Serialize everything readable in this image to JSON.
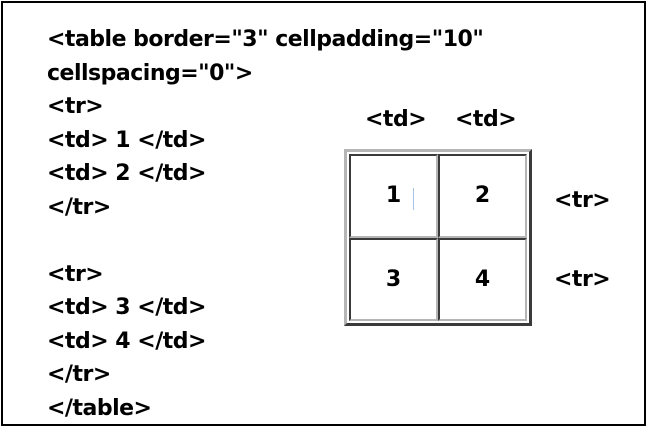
{
  "code": {
    "lines": [
      "<table border=\"3\" cellpadding=\"10\"",
      "cellspacing=\"0\">",
      "<tr>",
      "<td> 1 </td>",
      "<td> 2 </td>",
      "</tr>",
      "",
      "<tr>",
      "<td> 3 </td>",
      "<td> 4 </td>",
      "</tr>",
      "</table>"
    ]
  },
  "diagram": {
    "column_labels": [
      "<td>",
      "<td>"
    ],
    "row_labels": [
      "<tr>",
      "<tr>"
    ],
    "cells": [
      "1",
      "2",
      "3",
      "4"
    ]
  }
}
